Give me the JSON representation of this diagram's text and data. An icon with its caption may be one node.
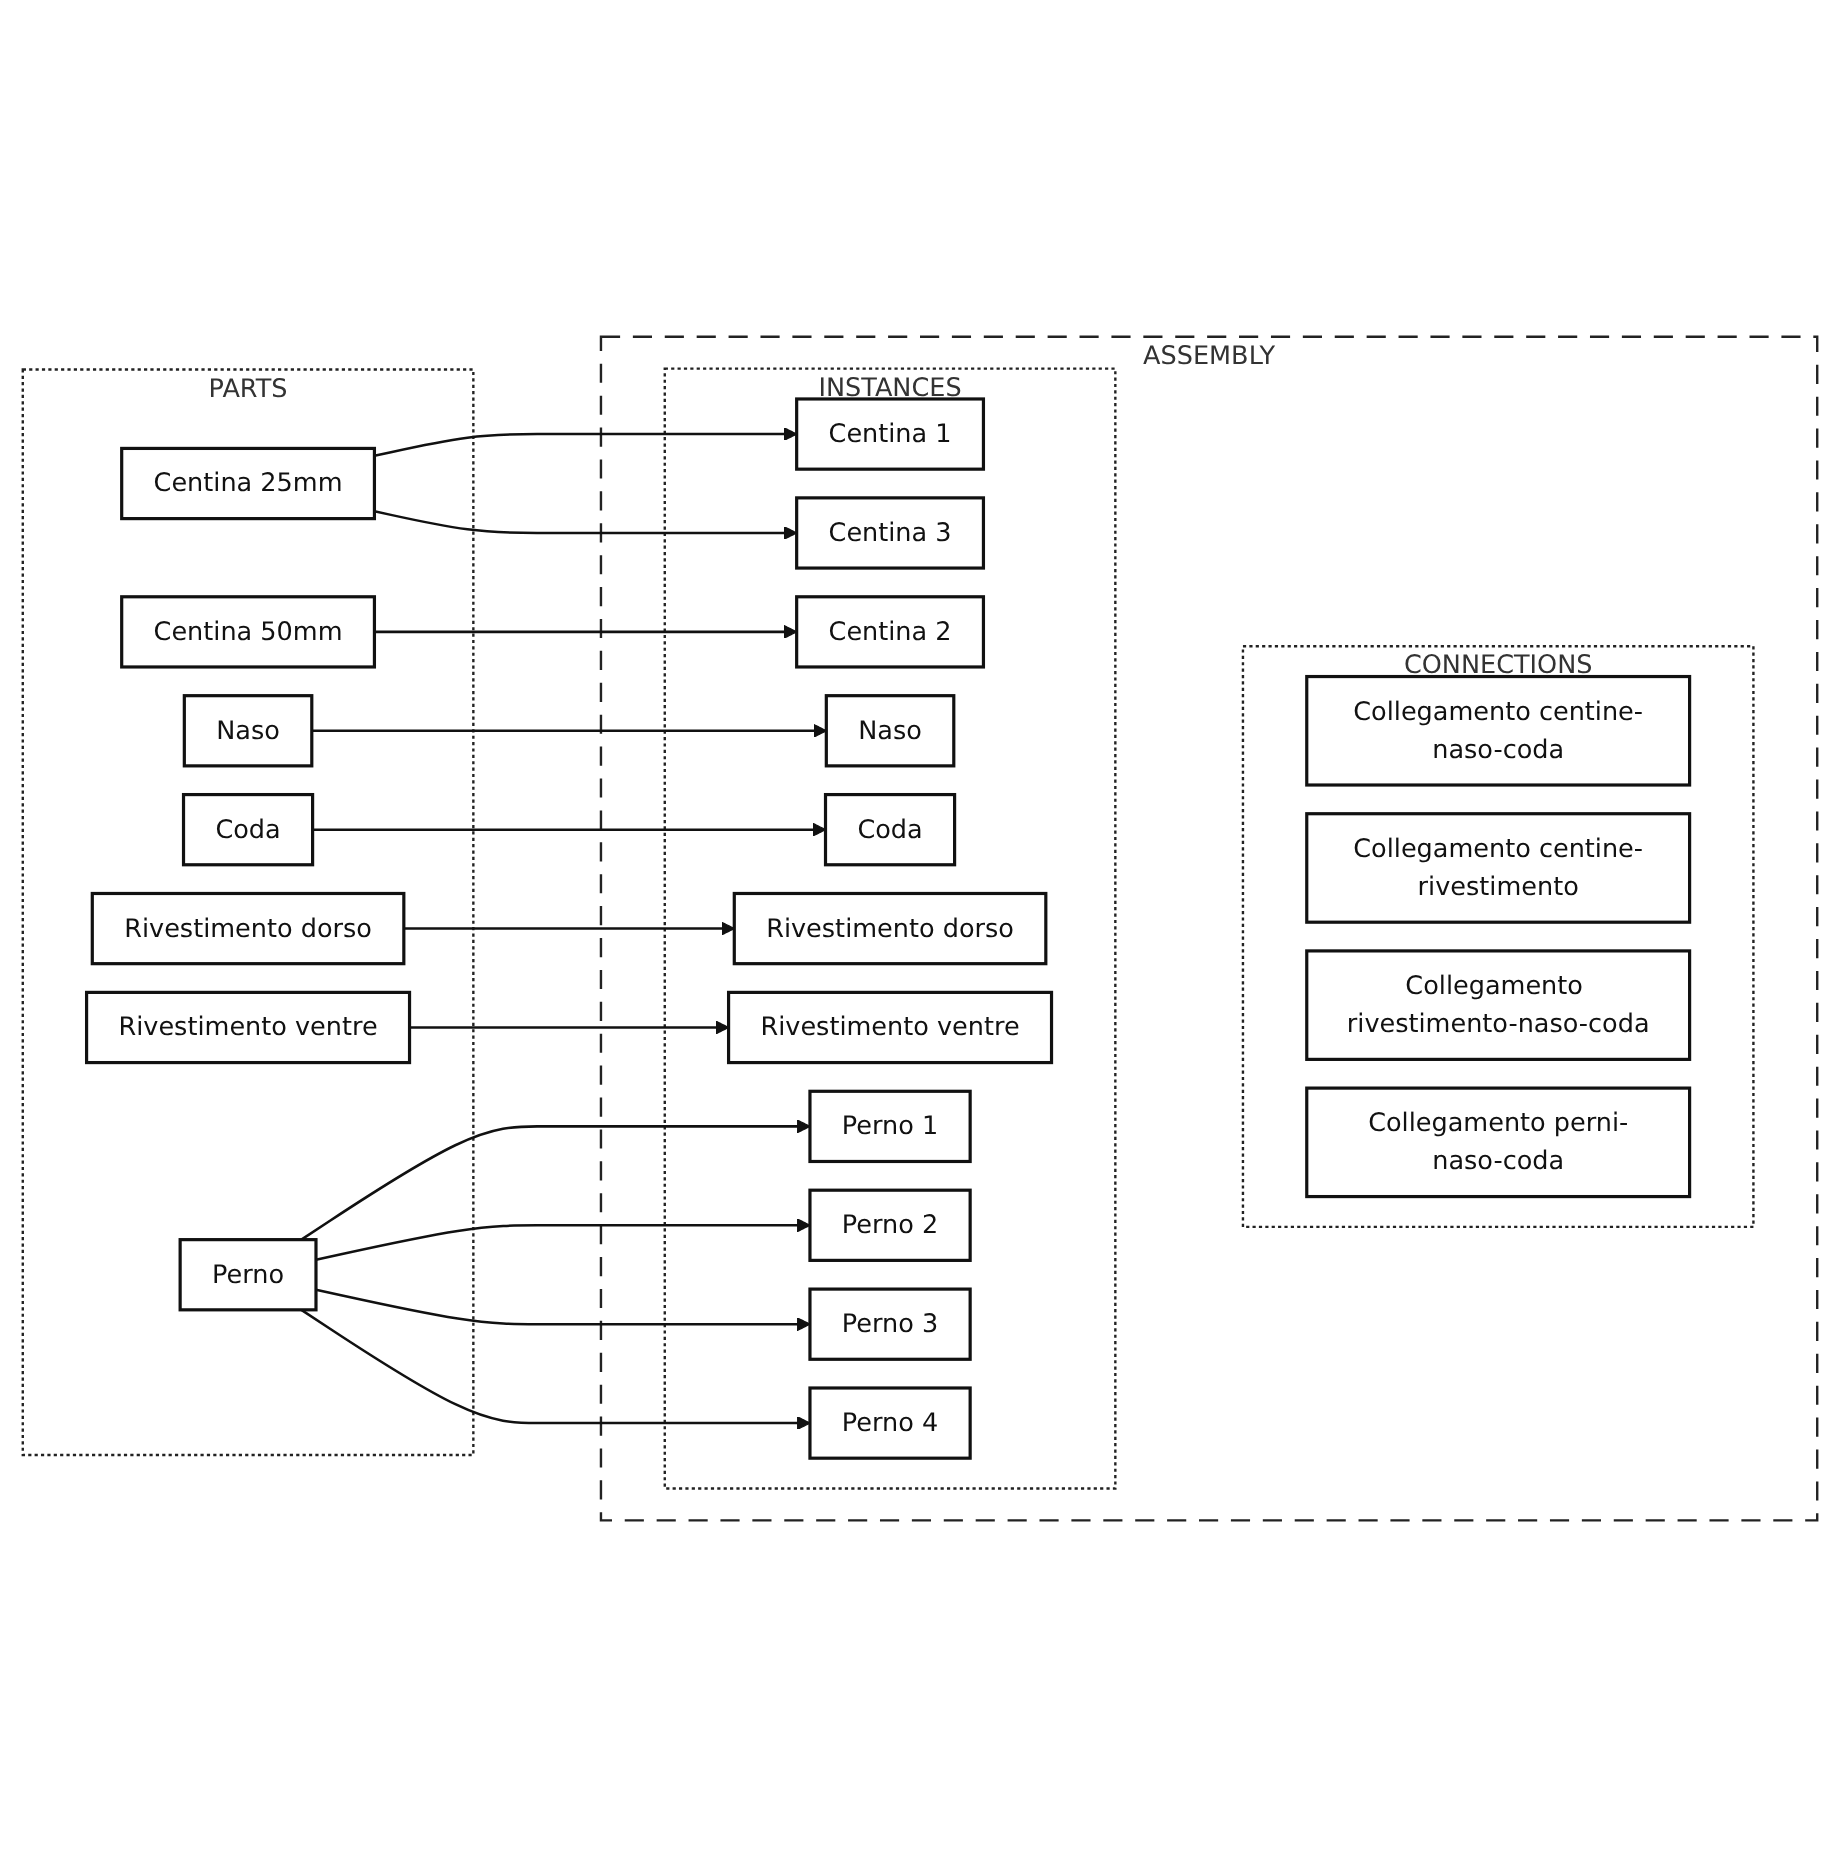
{
  "diagram": {
    "nodes": [
      {
        "text": [
          "PARTS"
        ]
      },
      {
        "text": [
          "Centina 25mm"
        ],
        "in": 0
      },
      {
        "text": [
          "Centina 50mm"
        ],
        "in": 0
      },
      {
        "text": [
          "Naso"
        ],
        "in": 0
      },
      {
        "text": [
          "Coda"
        ],
        "in": 0
      },
      {
        "text": [
          "Rivestimento dorso"
        ],
        "in": 0
      },
      {
        "text": [
          "Rivestimento ventre"
        ],
        "in": 0
      },
      {
        "text": [
          "Perno"
        ],
        "in": 0
      },
      {
        "text": [
          "ASSEMBLY"
        ]
      },
      {
        "text": [
          "INSTANCES"
        ],
        "in": 8
      },
      {
        "text": [
          "Centina 1"
        ],
        "in": 9
      },
      {
        "text": [
          "Centina 3"
        ],
        "in": 9
      },
      {
        "text": [
          "Centina 2"
        ],
        "in": 9
      },
      {
        "text": [
          "Naso"
        ],
        "in": 9
      },
      {
        "text": [
          "Coda"
        ],
        "in": 9
      },
      {
        "text": [
          "Rivestimento dorso"
        ],
        "in": 9
      },
      {
        "text": [
          "Rivestimento ventre"
        ],
        "in": 9
      },
      {
        "text": [
          "Perno 1"
        ],
        "in": 9
      },
      {
        "text": [
          "Perno 2"
        ],
        "in": 9
      },
      {
        "text": [
          "Perno 3"
        ],
        "in": 9
      },
      {
        "text": [
          "Perno 4"
        ],
        "in": 9
      },
      {
        "text": [
          "CONNECTIONS"
        ],
        "in": 8
      },
      {
        "text": [
          "Collegamento centine-naso-coda"
        ],
        "in": 21
      },
      {
        "text": [
          "Collegamento centine-rivestimento"
        ],
        "in": 21
      },
      {
        "text": [
          "Collegamento rivestimento-naso-coda"
        ],
        "in": 21
      },
      {
        "text": [
          "Collegamento perni-naso-coda"
        ],
        "in": 21
      }
    ],
    "edges": [
      {
        "from": 1,
        "to": 10,
        "arrow": "to"
      },
      {
        "from": 1,
        "to": 11,
        "arrow": "to"
      },
      {
        "from": 2,
        "to": 12,
        "arrow": "to"
      },
      {
        "from": 3,
        "to": 13,
        "arrow": "to"
      },
      {
        "from": 4,
        "to": 14,
        "arrow": "to"
      },
      {
        "from": 5,
        "to": 15,
        "arrow": "to"
      },
      {
        "from": 6,
        "to": 16,
        "arrow": "to"
      },
      {
        "from": 7,
        "to": 17,
        "arrow": "to"
      },
      {
        "from": 7,
        "to": 18,
        "arrow": "to"
      },
      {
        "from": 7,
        "to": 19,
        "arrow": "to"
      },
      {
        "from": 7,
        "to": 20,
        "arrow": "to"
      }
    ]
  }
}
